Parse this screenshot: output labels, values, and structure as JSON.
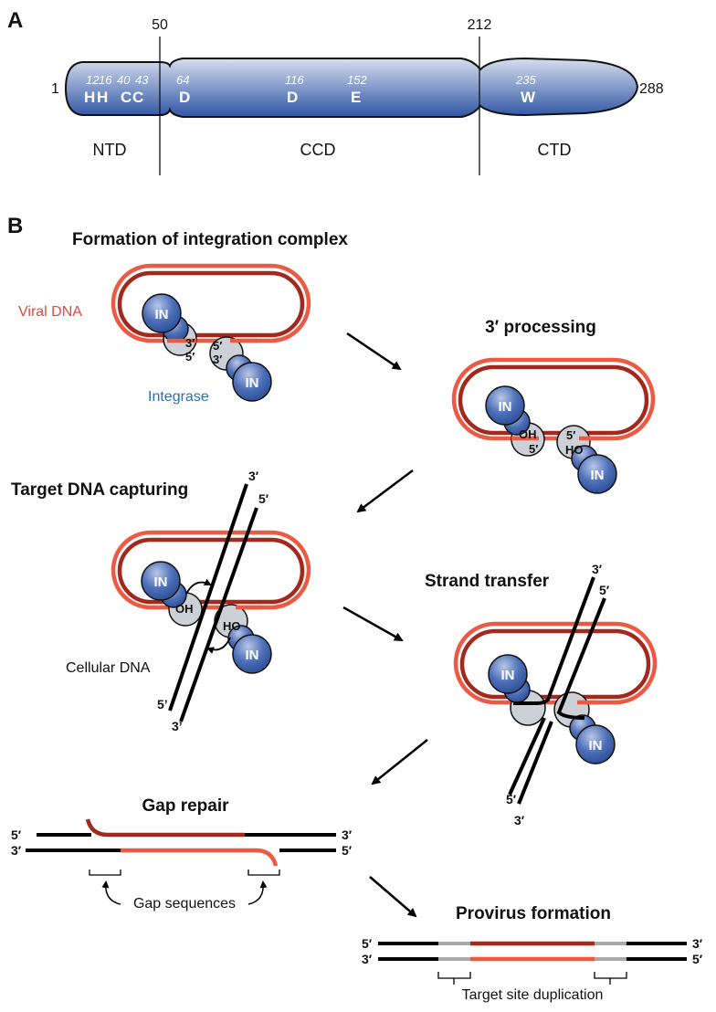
{
  "panel_a": {
    "letter": "A",
    "start": "1",
    "end": "288",
    "boundary_1": "50",
    "boundary_2": "212",
    "domains": [
      "NTD",
      "CCD",
      "CTD"
    ],
    "residues": [
      {
        "pos": "12",
        "aa": "H"
      },
      {
        "pos": "16",
        "aa": "H"
      },
      {
        "pos": "40",
        "aa": "C"
      },
      {
        "pos": "43",
        "aa": "C"
      },
      {
        "pos": "64",
        "aa": "D"
      },
      {
        "pos": "116",
        "aa": "D"
      },
      {
        "pos": "152",
        "aa": "E"
      },
      {
        "pos": "235",
        "aa": "W"
      }
    ]
  },
  "panel_b": {
    "letter": "B",
    "step_formation": "Formation of integration complex",
    "step_processing": "3′ processing",
    "step_capture": "Target DNA capturing",
    "step_transfer": "Strand transfer",
    "step_repair": "Gap repair",
    "step_provirus": "Provirus formation",
    "label_viral_dna": "Viral DNA",
    "label_integrase": "Integrase",
    "label_cellular_dna": "Cellular DNA",
    "label_gap_sequences": "Gap sequences",
    "label_tsd": "Target site duplication",
    "in_label": "IN",
    "oh": "OH",
    "ho": "HO",
    "end_3p": "3′",
    "end_5p": "5′",
    "end_3": "3’",
    "end_5": "5’"
  },
  "colors": {
    "blue": "#2e55a4",
    "light_blue": "#c6d2ea",
    "dna_dark_red": "#a3281e",
    "dna_light_red": "#ec5a44",
    "gap_gray": "#a9a9a9",
    "subunit_gray": "#cdd0d6"
  }
}
